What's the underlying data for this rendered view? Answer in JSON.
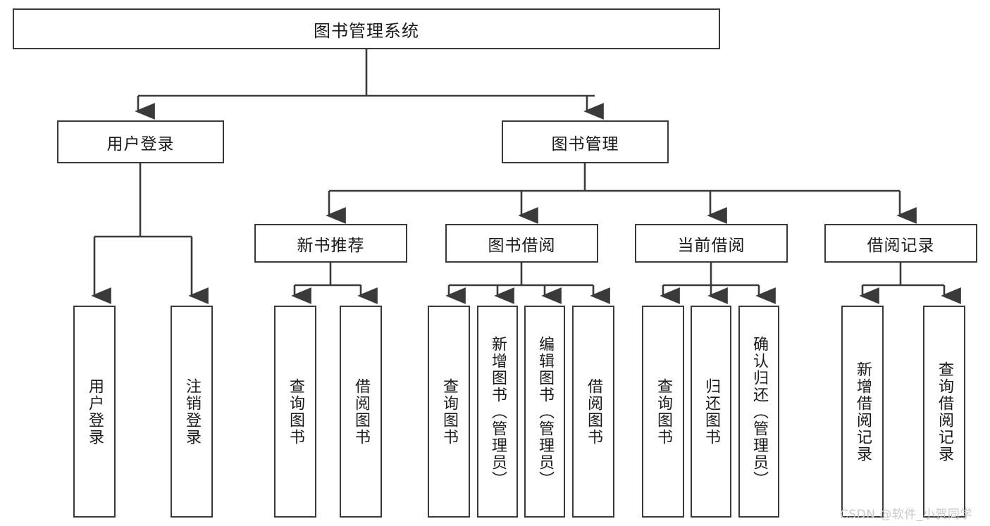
{
  "diagram": {
    "type": "tree-hierarchy-chart",
    "title": "图书管理系统",
    "stroke_color": "#3a3a3a",
    "fill_color": "#ffffff",
    "text_color": "#1a1a1a",
    "levels": [
      {
        "level": 1,
        "nodes": [
          {
            "id": "root",
            "label": "图书管理系统",
            "orientation": "horizontal"
          }
        ]
      },
      {
        "level": 2,
        "nodes": [
          {
            "id": "login",
            "label": "用户登录",
            "orientation": "horizontal",
            "parent": "root"
          },
          {
            "id": "bookmgmt",
            "label": "图书管理",
            "orientation": "horizontal",
            "parent": "root"
          }
        ]
      },
      {
        "level": 3,
        "nodes": [
          {
            "id": "newbook",
            "label": "新书推荐",
            "orientation": "horizontal",
            "parent": "bookmgmt"
          },
          {
            "id": "borrow",
            "label": "图书借阅",
            "orientation": "horizontal",
            "parent": "bookmgmt"
          },
          {
            "id": "current",
            "label": "当前借阅",
            "orientation": "horizontal",
            "parent": "bookmgmt"
          },
          {
            "id": "record",
            "label": "借阅记录",
            "orientation": "horizontal",
            "parent": "bookmgmt"
          }
        ]
      },
      {
        "level": 4,
        "nodes": [
          {
            "id": "leaf1",
            "label": "用户登录",
            "orientation": "vertical",
            "parent": "login"
          },
          {
            "id": "leaf2",
            "label": "注销登录",
            "orientation": "vertical",
            "parent": "login"
          },
          {
            "id": "leaf3",
            "label": "查询图书",
            "orientation": "vertical",
            "parent": "newbook"
          },
          {
            "id": "leaf4",
            "label": "借阅图书",
            "orientation": "vertical",
            "parent": "newbook"
          },
          {
            "id": "leaf5",
            "label": "查询图书",
            "orientation": "vertical",
            "parent": "borrow"
          },
          {
            "id": "leaf6",
            "label": "新增图书（管理员）",
            "orientation": "vertical",
            "parent": "borrow"
          },
          {
            "id": "leaf7",
            "label": "编辑图书（管理员）",
            "orientation": "vertical",
            "parent": "borrow"
          },
          {
            "id": "leaf8",
            "label": "借阅图书",
            "orientation": "vertical",
            "parent": "borrow"
          },
          {
            "id": "leaf9",
            "label": "查询图书",
            "orientation": "vertical",
            "parent": "current"
          },
          {
            "id": "leaf10",
            "label": "归还图书",
            "orientation": "vertical",
            "parent": "current"
          },
          {
            "id": "leaf11",
            "label": "确认归还（管理员）",
            "orientation": "vertical",
            "parent": "current"
          },
          {
            "id": "leaf12",
            "label": "新增借阅记录",
            "orientation": "vertical",
            "parent": "record"
          },
          {
            "id": "leaf13",
            "label": "查询借阅记录",
            "orientation": "vertical",
            "parent": "record"
          }
        ]
      }
    ]
  },
  "watermark": {
    "text": "CSDN @软件_小贺同学"
  }
}
